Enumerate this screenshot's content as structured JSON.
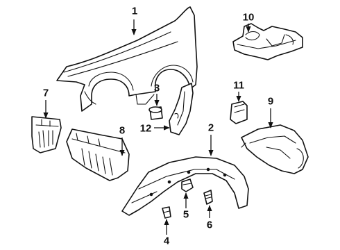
{
  "callouts": [
    {
      "key": "c1",
      "text": "1"
    },
    {
      "key": "c2",
      "text": "2"
    },
    {
      "key": "c3",
      "text": "3"
    },
    {
      "key": "c4",
      "text": "4"
    },
    {
      "key": "c5",
      "text": "5"
    },
    {
      "key": "c6",
      "text": "6"
    },
    {
      "key": "c7",
      "text": "7"
    },
    {
      "key": "c8",
      "text": "8"
    },
    {
      "key": "c9",
      "text": "9"
    },
    {
      "key": "c10",
      "text": "10"
    },
    {
      "key": "c11",
      "text": "11"
    },
    {
      "key": "c12",
      "text": "12"
    }
  ],
  "colors": {
    "line": "#111111",
    "background": "#ffffff"
  }
}
